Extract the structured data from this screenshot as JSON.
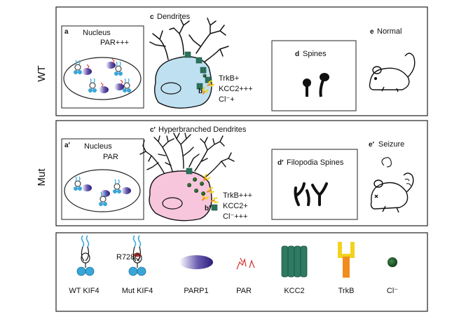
{
  "rows": {
    "wt": {
      "label": "WT",
      "nucleus": {
        "letter": "a",
        "title": "Nucleus",
        "par": "PAR+++"
      },
      "dendrites": {
        "letter": "c",
        "title": "Dendrites"
      },
      "soma": {
        "letter": "b",
        "markers": [
          "TrkB+",
          "KCC2+++",
          "Cl⁻+"
        ]
      },
      "spines": {
        "letter": "d",
        "title": "Spines"
      },
      "phenotype": {
        "letter": "e",
        "title": "Normal"
      }
    },
    "mut": {
      "label": "Mut",
      "nucleus": {
        "letter": "a′",
        "title": "Nucleus",
        "par": "PAR"
      },
      "dendrites": {
        "letter": "c′",
        "title": "Hyperbranched Dendrites"
      },
      "soma": {
        "letter": "b′",
        "markers": [
          "TrkB+++",
          "KCC2+",
          "Cl⁻+++"
        ]
      },
      "spines": {
        "letter": "d′",
        "title": "Filopodia Spines"
      },
      "phenotype": {
        "letter": "e′",
        "title": "Seizure"
      }
    }
  },
  "legend": {
    "items": [
      "WT KIF4",
      "Mut KIF4",
      "PARP1",
      "PAR",
      "KCC2",
      "TrkB",
      "Cl⁻"
    ],
    "mutation_label": "R728Q"
  },
  "colors": {
    "wt_soma": "#bfe0f0",
    "mut_soma": "#f7c6dc",
    "kif4_blue": "#3aa6d8",
    "parp1": "#3a2c8c",
    "par_red": "#d23030",
    "kcc2": "#2e7a62",
    "trkb_yellow": "#f2d21e",
    "trkb_orange": "#f28c1e",
    "chloride": "#1f5c2a"
  }
}
